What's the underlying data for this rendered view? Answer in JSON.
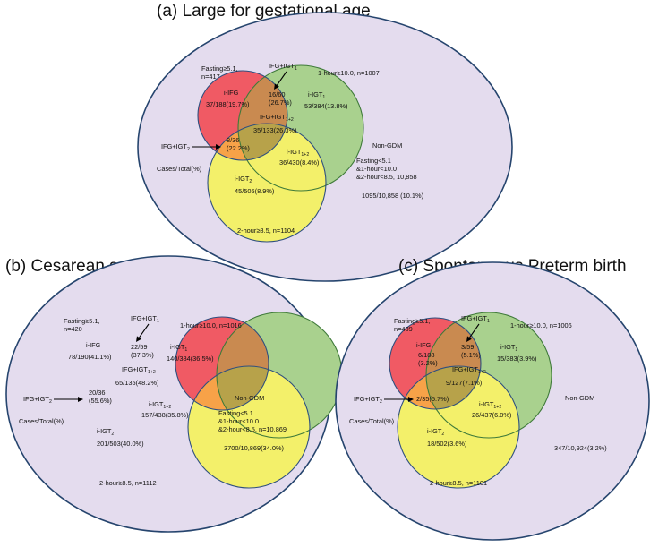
{
  "colors": {
    "outer_fill": "#e4dcee",
    "outer_stroke": "#26456e",
    "ifg_fill": "#f05a64",
    "igt1_fill": "#a9d18e",
    "igt2_fill": "#f3f06a",
    "ifg_igt1_overlap": "#c98a50",
    "ifg_igt2_overlap": "#f7a248",
    "circle_stroke": "#2f4f7f",
    "igt_stroke": "#3f7a3a"
  },
  "panels": [
    {
      "title": "(a) Large for gestational age",
      "labels": {
        "fasting": [
          "Fasting≥5.1,",
          "n=417"
        ],
        "ifg_igt1_label": "IFG+IGT",
        "ifg_igt1_sub": "1",
        "one_hour": "1-hour≥10.0,  n=1007",
        "i_ifg": "i-IFG",
        "i_ifg_value": "37/188(19.7%)",
        "ifg_igt1_value": [
          "16/60",
          "(26.7%)"
        ],
        "i_igt1": "i-IGT",
        "i_igt1_sub": "1",
        "i_igt1_value": "53/384(13.8%)",
        "triple": "IFG+IGT",
        "triple_sub": "1+2",
        "triple_value": "35/133(26.3%)",
        "ifg_igt2_label": "IFG+IGT",
        "ifg_igt2_sub": "2",
        "ifg_igt2_value": [
          "8/36",
          "(22.2%)"
        ],
        "cases_total": "Cases/Total(%)",
        "i_igt12": "i-IGT",
        "i_igt12_sub": "1+2",
        "i_igt12_value": "36/430(8.4%)",
        "i_igt2": "i-IGT",
        "i_igt2_sub": "2",
        "i_igt2_value": "45/505(8.9%)",
        "non_gdm": "Non-GDM",
        "non_gdm_def": [
          "Fasting<5.1",
          "&1-hour<10.0",
          "&2-hour<8.5,  10,858"
        ],
        "non_gdm_value": "1095/10,858 (10.1%)",
        "two_hour": "2-hour≥8.5,  n=1104"
      }
    },
    {
      "title": "(b) Cesarean section",
      "labels": {
        "fasting": [
          "Fasting≥5.1,",
          "n=420"
        ],
        "ifg_igt1_label": "IFG+IGT",
        "ifg_igt1_sub": "1",
        "one_hour": "1-hour≥10.0,  n=1016",
        "i_ifg": "i-IFG",
        "i_ifg_value": "78/190(41.1%)",
        "ifg_igt1_value": [
          "22/59",
          "(37.3%)"
        ],
        "i_igt1": "i-IGT",
        "i_igt1_sub": "1",
        "i_igt1_value": "140/384(36.5%)",
        "triple": "IFG+IGT",
        "triple_sub": "1+2",
        "triple_value": "65/135(48.2%)",
        "ifg_igt2_label": "IFG+IGT",
        "ifg_igt2_sub": "2",
        "ifg_igt2_value": [
          "20/36",
          "(55.6%)"
        ],
        "cases_total": "Cases/Total(%)",
        "i_igt12": "i-IGT",
        "i_igt12_sub": "1+2",
        "i_igt12_value": "157/438(35.8%)",
        "i_igt2": "i-IGT",
        "i_igt2_sub": "2",
        "i_igt2_value": "201/503(40.0%)",
        "non_gdm": "Non-GDM",
        "non_gdm_def": [
          "Fasting<5.1",
          "&1-hour<10.0",
          "&2-hour<8.5, n=10,869"
        ],
        "non_gdm_value": "3700/10,869(34.0%)",
        "two_hour": "2-hour≥8.5,  n=1112"
      }
    },
    {
      "title": "(c) Spontaneous Preterm birth",
      "labels": {
        "fasting": [
          "Fasting≥5.1,",
          "n=409"
        ],
        "ifg_igt1_label": "IFG+IGT",
        "ifg_igt1_sub": "1",
        "one_hour": "1-hour≥10.0,  n=1006",
        "i_ifg": "i-IFG",
        "i_ifg_value": [
          "6/188",
          "(3.2%)"
        ],
        "ifg_igt1_value": [
          "3/59",
          "(5.1%)"
        ],
        "i_igt1": "i-IGT",
        "i_igt1_sub": "1",
        "i_igt1_value": "15/383(3.9%)",
        "triple": "IFG+IGT",
        "triple_sub": "1+2",
        "triple_value": "9/127(7.1%)",
        "ifg_igt2_label": "IFG+IGT",
        "ifg_igt2_sub": "2",
        "ifg_igt2_value": "2/35(5.7%)",
        "cases_total": "Cases/Total(%)",
        "i_igt12": "i-IGT",
        "i_igt12_sub": "1+2",
        "i_igt12_value": "26/437(6.0%)",
        "i_igt2": "i-IGT",
        "i_igt2_sub": "2",
        "i_igt2_value": "18/502(3.6%)",
        "non_gdm": "Non-GDM",
        "non_gdm_value": "347/10,924(3.2%)",
        "two_hour": "2-hour≥8.5,  n=1101"
      }
    }
  ]
}
